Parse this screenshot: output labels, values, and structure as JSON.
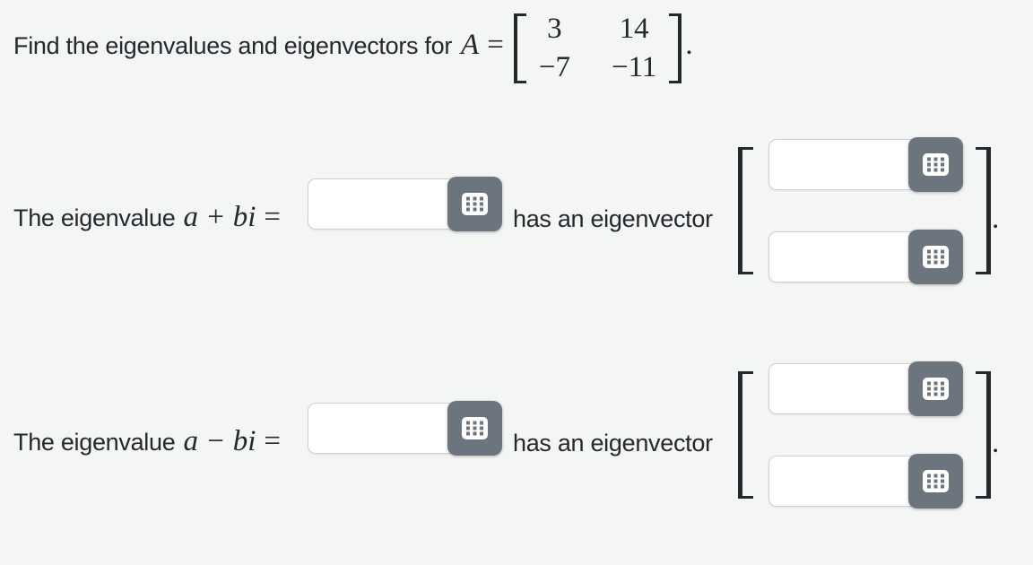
{
  "colors": {
    "background": "#f4f5f5",
    "text": "#24292e",
    "button_background": "#6c757d",
    "input_background": "#ffffff",
    "input_border": "#ccd1d6"
  },
  "problem": {
    "prefix": "Find the eigenvalues and eigenvectors for",
    "matrix_name": "A",
    "equals_sign": "=",
    "matrix_rows": [
      [
        "3",
        "14"
      ],
      [
        "−7",
        "−11"
      ]
    ],
    "period": "."
  },
  "rows": [
    {
      "label_prefix": "The eigenvalue",
      "eigenvalue_expression": "a + bi",
      "equals_sign": "=",
      "eigenvalue_input": {
        "value": ""
      },
      "connector_text": "has an eigenvector",
      "vector_inputs": [
        {
          "value": ""
        },
        {
          "value": ""
        }
      ],
      "period": "."
    },
    {
      "label_prefix": "The eigenvalue",
      "eigenvalue_expression": "a − bi",
      "equals_sign": "=",
      "eigenvalue_input": {
        "value": ""
      },
      "connector_text": "has an eigenvector",
      "vector_inputs": [
        {
          "value": ""
        },
        {
          "value": ""
        }
      ],
      "period": "."
    }
  ],
  "icons": {
    "keypad_icon": "3x3-grid-keypad"
  }
}
